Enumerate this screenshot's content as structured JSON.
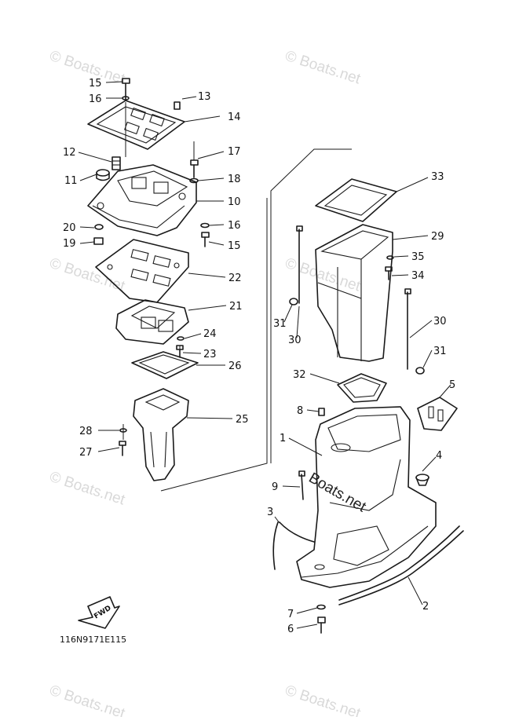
{
  "diagram": {
    "drawing_code": "116N9171E115",
    "fwd_label": "FWD",
    "watermark": "© Boats.net",
    "watermark_center": "Boats.net",
    "callouts": {
      "c1": "1",
      "c2": "2",
      "c3": "3",
      "c4": "4",
      "c5": "5",
      "c6": "6",
      "c7": "7",
      "c8": "8",
      "c9": "9",
      "c10": "10",
      "c11": "11",
      "c12": "12",
      "c13": "13",
      "c14": "14",
      "c15a": "15",
      "c15b": "15",
      "c16a": "16",
      "c16b": "16",
      "c17": "17",
      "c18": "18",
      "c19": "19",
      "c20": "20",
      "c21": "21",
      "c22": "22",
      "c23": "23",
      "c24": "24",
      "c25": "25",
      "c26": "26",
      "c27": "27",
      "c28": "28",
      "c29": "29",
      "c30a": "30",
      "c30b": "30",
      "c31a": "31",
      "c31b": "31",
      "c32": "32",
      "c33": "33",
      "c34": "34",
      "c35": "35"
    }
  }
}
